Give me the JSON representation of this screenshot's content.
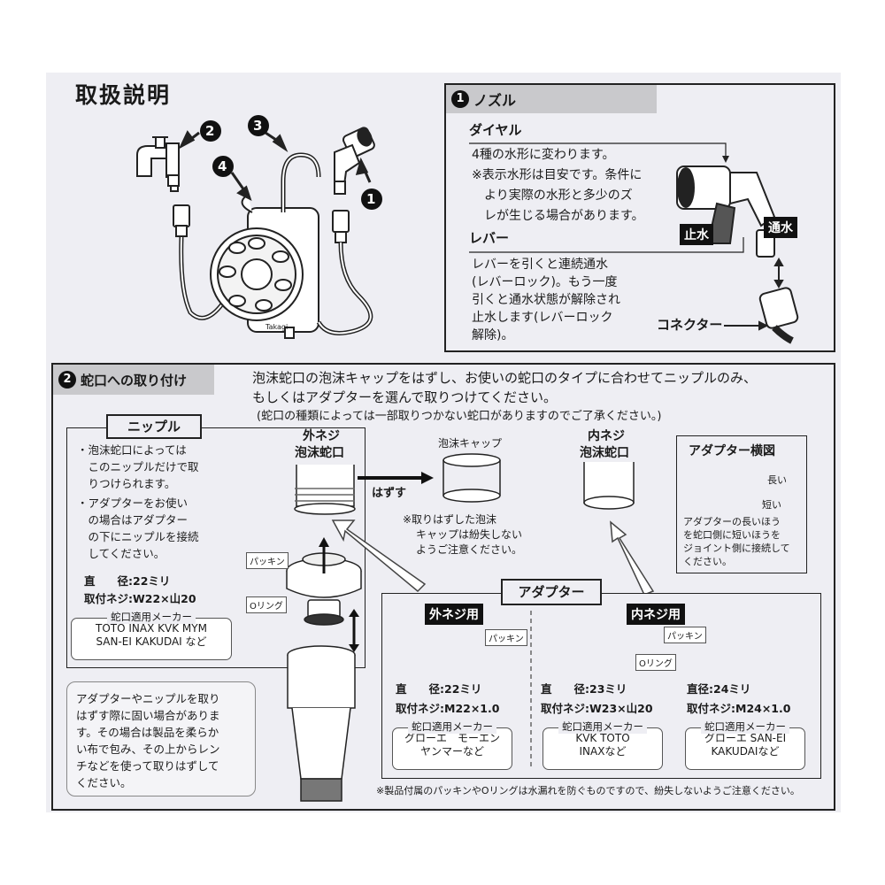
{
  "title": "取扱説明",
  "callouts": [
    "2",
    "3",
    "4",
    "1"
  ],
  "reel_brand": "Takagi",
  "nozzle": {
    "num": "1",
    "title": "ノズル",
    "dial_label": "ダイヤル",
    "dial_lines": [
      "4種の水形に変わります。",
      "※表示水形は目安です。条件に",
      "より実際の水形と多少のズ",
      "レが生じる場合があります。"
    ],
    "lever_label": "レバー",
    "lever_lines": [
      "レバーを引くと連続通水",
      "(レバーロック)。もう一度",
      "引くと通水状態が解除され",
      "止水します(レバーロック",
      "解除)。"
    ],
    "stop_label": "止水",
    "flow_label": "通水",
    "connector_label": "コネクター"
  },
  "faucet": {
    "num": "2",
    "title": "蛇口への取り付け",
    "intro": [
      "泡沫蛇口の泡沫キャップをはずし、お使いの蛇口のタイプに合わせてニップルのみ、",
      "もしくはアダプターを選んで取りつけてください。",
      "(蛇口の種類によっては一部取りつかない蛇口がありますのでご了承ください。)"
    ],
    "nipple": {
      "title": "ニップル",
      "lines": [
        "・泡沫蛇口によっては",
        "　このニップルだけで取",
        "　りつけられます。",
        "・アダプターをお使い",
        "　の場合はアダプター",
        "　の下にニップルを接続",
        "　してください。"
      ],
      "dia_label": "直　　径:22ミリ",
      "thread_label": "取付ネジ:W22×山20",
      "maker_title": "蛇口適用メーカー",
      "makers": [
        "TOTO  INAX  KVK  MYM",
        "SAN-EI  KAKUDAI など"
      ],
      "packing_tag": "パッキン",
      "oring_tag": "Oリング"
    },
    "ext_faucet": [
      "外ネジ",
      "泡沫蛇口"
    ],
    "remove_label": "はずす",
    "cap_label": "泡沫キャップ",
    "cap_note": [
      "※取りはずした泡沫",
      "キャップは紛失しない",
      "ようご注意ください。"
    ],
    "int_faucet": [
      "内ネジ",
      "泡沫蛇口"
    ],
    "adapter_side": {
      "title": "アダプター横図",
      "long": "長い",
      "short": "短い",
      "lines": [
        "アダプターの長いほう",
        "を蛇口側に短いほうを",
        "ジョイント側に接続して",
        "ください。"
      ]
    },
    "adapter": {
      "title": "アダプター",
      "ext": {
        "label": "外ネジ用",
        "tag": "パッキン",
        "dia": "直　　径:22ミリ",
        "thread": "取付ネジ:M22×1.0",
        "maker_title": "蛇口適用メーカー",
        "makers": [
          "グローエ　モーエン",
          "ヤンマーなど"
        ]
      },
      "mid": {
        "tag": "Oリング",
        "dia": "直　　径:23ミリ",
        "thread": "取付ネジ:W23×山20",
        "maker_title": "蛇口適用メーカー",
        "makers": [
          "KVK  TOTO",
          "INAXなど"
        ]
      },
      "int": {
        "label": "内ネジ用",
        "tag": "パッキン",
        "dia": "直径:24ミリ",
        "thread": "取付ネジ:M24×1.0",
        "maker_title": "蛇口適用メーカー",
        "makers": [
          "グローエ  SAN-EI",
          "KAKUDAIなど"
        ]
      }
    },
    "tip_lines": [
      "アダプターやニップルを取り",
      "はずす際に固い場合がありま",
      "す。その場合は製品を柔らか",
      "い布で包み、その上からレン",
      "チなどを使って取りはずして",
      "ください。"
    ],
    "footnote": "※製品付属のパッキンやOリングは水漏れを防ぐものですので、紛失しないようご注意ください。"
  }
}
